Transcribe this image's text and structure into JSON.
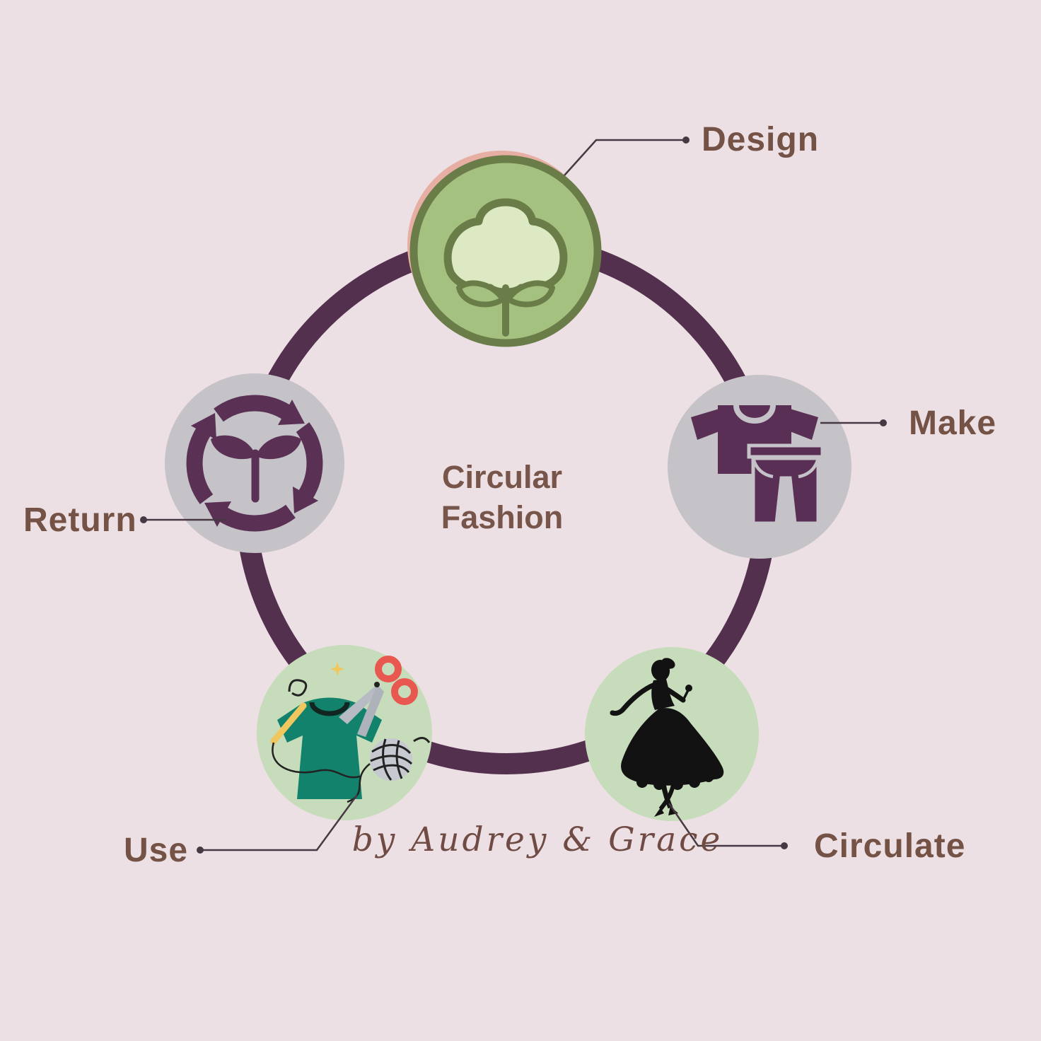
{
  "title": {
    "line1": "Circular",
    "line2": "Fashion"
  },
  "byline": "by Audrey & Grace",
  "stages": [
    {
      "label": "Design",
      "icon": "cotton-flower-icon"
    },
    {
      "label": "Make",
      "icon": "shirt-and-pants-icon"
    },
    {
      "label": "Circulate",
      "icon": "vintage-dress-silhouette-icon"
    },
    {
      "label": "Use",
      "icon": "tshirt-mending-icon"
    },
    {
      "label": "Return",
      "icon": "recycle-arrows-sprout-icon"
    }
  ],
  "colors": {
    "background": "#EDE0E4",
    "ring_plum": "#54304F",
    "label_brown": "#745245",
    "design_green": "#A5C17F",
    "design_border_olive": "#6A7D49",
    "cotton_light_green": "#DCE9C2",
    "gray_node": "#C5C3C7",
    "icon_plum": "#5A2F55",
    "light_green_node": "#C7DCBA",
    "shirt_teal": "#12826C",
    "scissors_red": "#E85850",
    "needle_yellow": "#F0C75E",
    "silhouette_black": "#121212",
    "byline_brown": "#6F4B44",
    "connector_line": "#473843",
    "salmon_accent": "#E7AFA3"
  }
}
